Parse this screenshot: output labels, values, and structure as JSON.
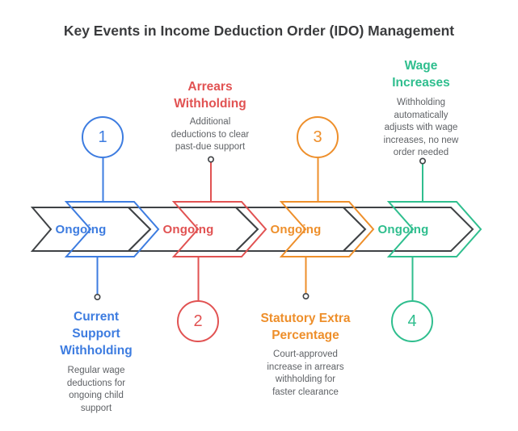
{
  "header": {
    "title": "Key Events in Income Deduction Order (IDO) Management"
  },
  "colors": {
    "step1": "#3d7ce0",
    "step2": "#e15252",
    "step3": "#ee8f2b",
    "step4": "#2fbe8e",
    "outline": "#3f4245",
    "desc": "#5f6266",
    "heading": "#3b3c3e"
  },
  "steps": [
    {
      "number": "1",
      "arrow_label": "Ongoing",
      "title": "Current\nSupport\nWithholding",
      "description": "Regular wage\ndeductions for\nongoing child\nsupport",
      "accent": "#3d7ce0",
      "text_position": "below",
      "number_position": "above"
    },
    {
      "number": "2",
      "arrow_label": "Ongoing",
      "title": "Arrears\nWithholding",
      "description": "Additional\ndeductions to clear\npast-due support",
      "accent": "#e15252",
      "text_position": "above",
      "number_position": "below"
    },
    {
      "number": "3",
      "arrow_label": "Ongoing",
      "title": "Statutory Extra\nPercentage",
      "description": "Court-approved\nincrease in arrears\nwithholding for\nfaster clearance",
      "accent": "#ee8f2b",
      "text_position": "below",
      "number_position": "above"
    },
    {
      "number": "4",
      "arrow_label": "Ongoing",
      "title": "Wage\nIncreases",
      "description": "Withholding\nautomatically\nadjusts with wage\nincreases, no new\norder needed",
      "accent": "#2fbe8e",
      "text_position": "above",
      "number_position": "below"
    }
  ]
}
